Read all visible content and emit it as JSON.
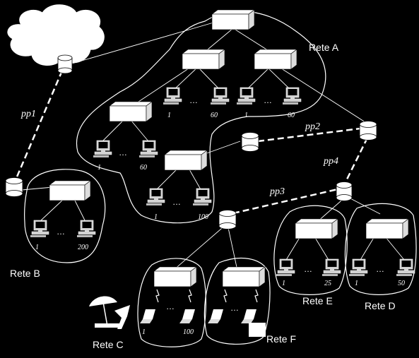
{
  "networks": {
    "a": "Rete A",
    "b": "Rete B",
    "c": "Rete C",
    "d": "Rete D",
    "e": "Rete E",
    "f": "Rete F"
  },
  "links": {
    "pp1": "pp1",
    "pp2": "pp2",
    "pp3": "pp3",
    "pp4": "pp4"
  },
  "host_counts": {
    "first": "1",
    "a_left": "60",
    "a_mid": "60",
    "a_right": "60",
    "a_bottom": "100",
    "b": "200",
    "c": "100",
    "e": "25",
    "d": "50"
  },
  "ellipsis": "…",
  "colors": {
    "background": "#000000",
    "line": "#ffffff",
    "switch_fill": "#ffffff",
    "router_fill": "#ffffff",
    "pc_fill": "#cfcfcf"
  },
  "icons": {
    "cloud": "internet-cloud-icon",
    "router": "router-cylinder-icon",
    "switch": "switch-box-icon",
    "pc": "desktop-pc-icon",
    "laptop": "laptop-icon",
    "beach": "beach-umbrella-icon"
  }
}
